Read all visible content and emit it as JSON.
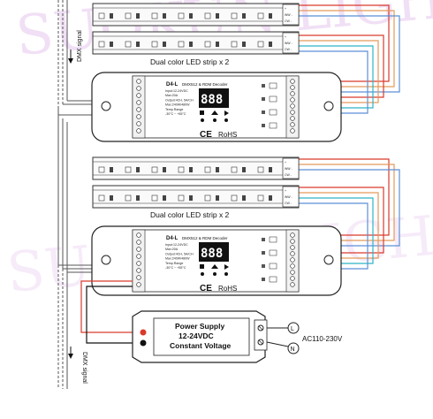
{
  "diagram": {
    "watermark": "SUOKUN LIGHTI",
    "dmx_signal_top": "DMX signal",
    "dmx_signal_bottom": "DMX signal",
    "strip_label_top": "Dual color LED strip x 2",
    "strip_label_bottom": "Dual color LED strip x 2",
    "decoder": {
      "model": "D4-L",
      "subtitle": "DMX512 & RDM Decoder",
      "display": "888",
      "ce": "CE",
      "rohs": "RoHS",
      "spec_lines": [
        "Input:12-24VDC",
        "Max:20A",
        "Output:4CH, 5A/CH",
        "Max:240W/480W",
        "Temp.Range",
        "-30°C ~ +55°C"
      ]
    },
    "strip_terminals": [
      "+",
      "WW -",
      "CW -"
    ],
    "power_supply": {
      "line1": "Power Supply",
      "line2": "12-24VDC",
      "line3": "Constant Voltage"
    },
    "ac_input": {
      "label": "AC110-230V",
      "live": "L",
      "neutral": "N"
    },
    "colors": {
      "red": "#d93a2c",
      "orange": "#e39a5a",
      "blue": "#5c8fd6",
      "cyan": "#2eb3c8",
      "watermark": "#e6c7ee"
    }
  }
}
